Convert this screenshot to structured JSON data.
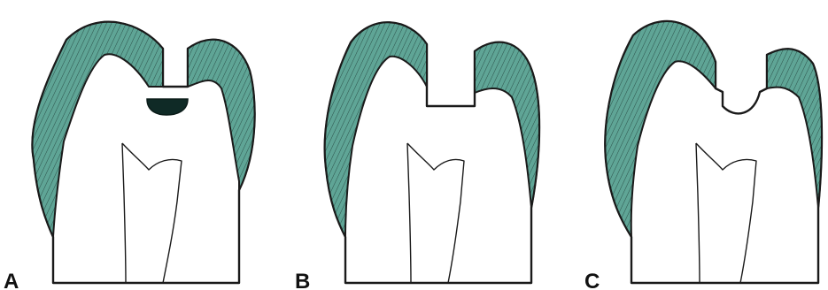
{
  "figure": {
    "colors": {
      "enamel": "#5fa596",
      "caries": "#0f2a26",
      "outline": "#1a1a1a",
      "background": "#ffffff"
    },
    "panels": [
      {
        "id": "A",
        "label": "A"
      },
      {
        "id": "B",
        "label": "B"
      },
      {
        "id": "C",
        "label": "C"
      }
    ]
  }
}
